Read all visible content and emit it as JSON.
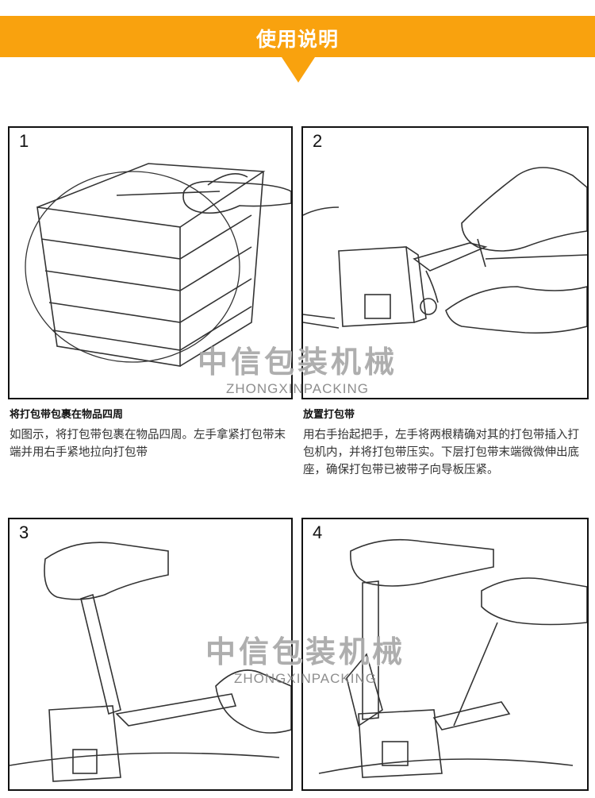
{
  "header": {
    "title": "使用说明",
    "color": "#f9a20e"
  },
  "steps": [
    {
      "number": "1",
      "title": "将打包带包裹在物品四周",
      "body": "如图示，将打包带包裹在物品四周。左手拿紧打包带末端并用右手紧地拉向打包带"
    },
    {
      "number": "2",
      "title": "放置打包带",
      "body": "用右手抬起把手，左手将两根精确对其的打包带插入打包机内，并将打包带压实。下层打包带末端微微伸出底座，确保打包带已被带子向导板压紧。"
    },
    {
      "number": "3"
    },
    {
      "number": "4"
    }
  ],
  "watermark": {
    "cn": "中信包装机械",
    "en": "ZHONGXINPACKING"
  }
}
